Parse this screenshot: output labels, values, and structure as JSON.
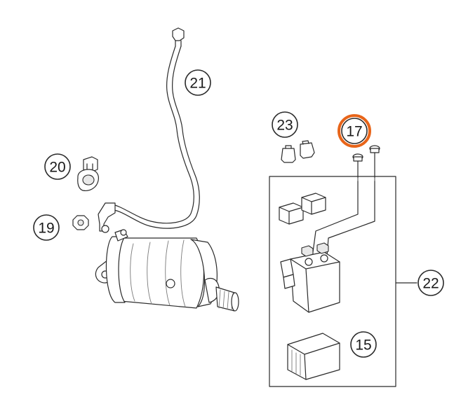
{
  "diagram": {
    "callouts": [
      {
        "id": "21",
        "label": "21"
      },
      {
        "id": "20",
        "label": "20"
      },
      {
        "id": "19",
        "label": "19"
      },
      {
        "id": "23",
        "label": "23"
      },
      {
        "id": "17",
        "label": "17",
        "highlighted": true
      },
      {
        "id": "22",
        "label": "22"
      },
      {
        "id": "15",
        "label": "15"
      }
    ],
    "colors": {
      "line": "#2a2a2a",
      "highlight": "#e8651a",
      "background": "#ffffff"
    }
  }
}
